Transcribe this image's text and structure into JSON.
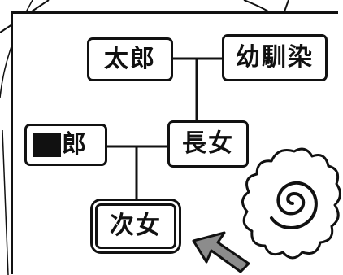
{
  "family_tree": {
    "taro": "太郎",
    "osananajimi": "幼馴染",
    "redacted_name_suffix": "郎",
    "chojo": "長女",
    "jijo": "次女"
  },
  "colors": {
    "ink": "#111111",
    "paper": "#ffffff",
    "arrow_fill": "#8c8c8c"
  },
  "icons": {
    "arrow": "pointer-arrow-icon",
    "swirl": "naruto-swirl-icon",
    "redaction": "redaction-bar"
  }
}
